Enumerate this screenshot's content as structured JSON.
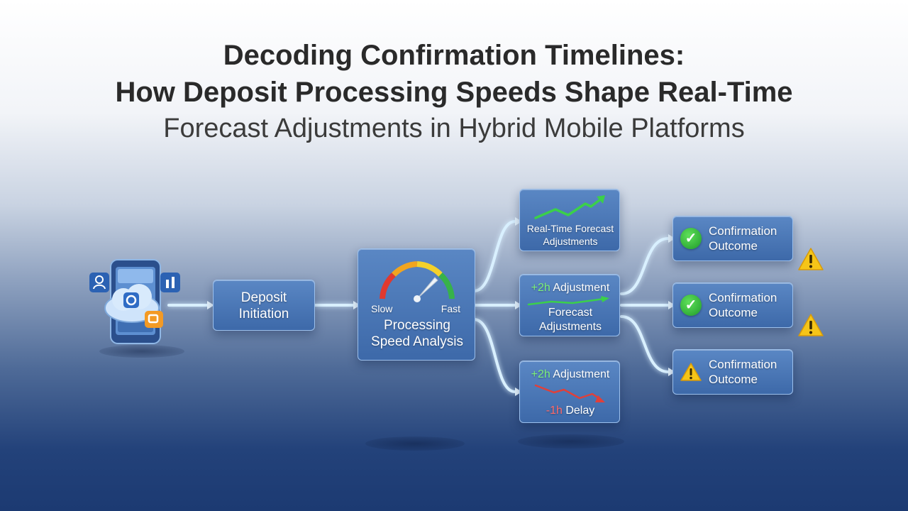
{
  "title": {
    "line1": "Decoding Confirmation Timelines:",
    "line2": "How Deposit Processing Speeds Shape Real-Time",
    "line3": "Forecast Adjustments in Hybrid Mobile Platforms"
  },
  "nodes": {
    "deposit": "Deposit Initiation",
    "gauge_slow": "Slow",
    "gauge_fast": "Fast",
    "processing_line1": "Processing",
    "processing_line2": "Speed Analysis",
    "realtime_line1": "Real-Time Forecast",
    "realtime_line2": "Adjustments",
    "mid_adj": "+2h Adjustment",
    "mid_line1": "Forecast",
    "mid_line2": "Adjustments",
    "bottom_adj": "+2h Adjustment",
    "bottom_delay": "-1h Delay",
    "outcome_line1": "Confirmation",
    "outcome_line2": "Outcome"
  },
  "icons": {
    "mobile": "phone-cloud-icon",
    "user": "user-icon",
    "chart": "bar-chart-icon",
    "app": "app-icon",
    "gauge": "speedometer-icon",
    "check": "check-circle-icon",
    "warning": "warning-triangle-icon",
    "trend_up": "trend-up-icon",
    "trend_down": "trend-down-icon"
  },
  "colors": {
    "node_fill": "#4a78b8",
    "flow_glow": "#bfe4ff",
    "check_green": "#2bb235",
    "warning_yellow": "#f5c518",
    "up_green": "#3bd04a",
    "down_red": "#e0403a"
  }
}
